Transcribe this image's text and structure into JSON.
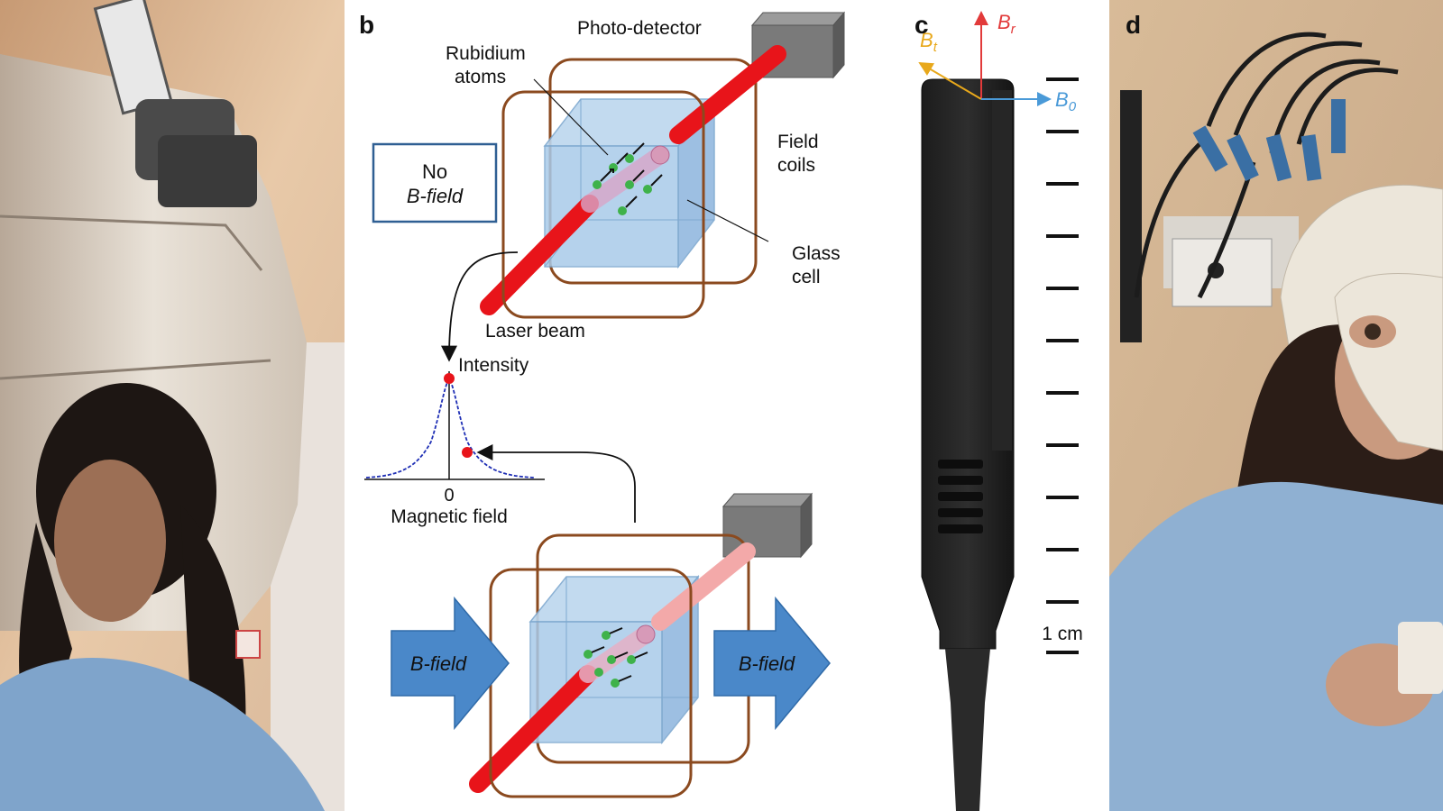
{
  "panel_labels": {
    "b": "b",
    "c": "c",
    "d": "d"
  },
  "panel_b": {
    "photo_detector": "Photo-detector",
    "rubidium_1": "Rubidium",
    "rubidium_2": "atoms",
    "field_coils_1": "Field",
    "field_coils_2": "coils",
    "no_field_1": "No",
    "no_field_2": "B-field",
    "glass_cell_1": "Glass",
    "glass_cell_2": "cell",
    "laser_beam": "Laser beam",
    "intensity": "Intensity",
    "zero": "0",
    "magnetic_field": "Magnetic field",
    "bfield_left": "B-field",
    "bfield_right": "B-field"
  },
  "panel_c": {
    "br_symbol": "B",
    "br_sub": "r",
    "bt_symbol": "B",
    "bt_sub": "t",
    "b0_symbol": "B",
    "b0_sub": "0",
    "scale_label": "1 cm"
  },
  "colors": {
    "laser": "#e8141a",
    "coil": "#8b4a1f",
    "cube": "#a9cbe9",
    "arrow_blue": "#3f86c8",
    "br": "#e23a3a",
    "bt": "#e8a81b",
    "b0": "#4a9ad8",
    "curve": "#1f2fb5"
  }
}
